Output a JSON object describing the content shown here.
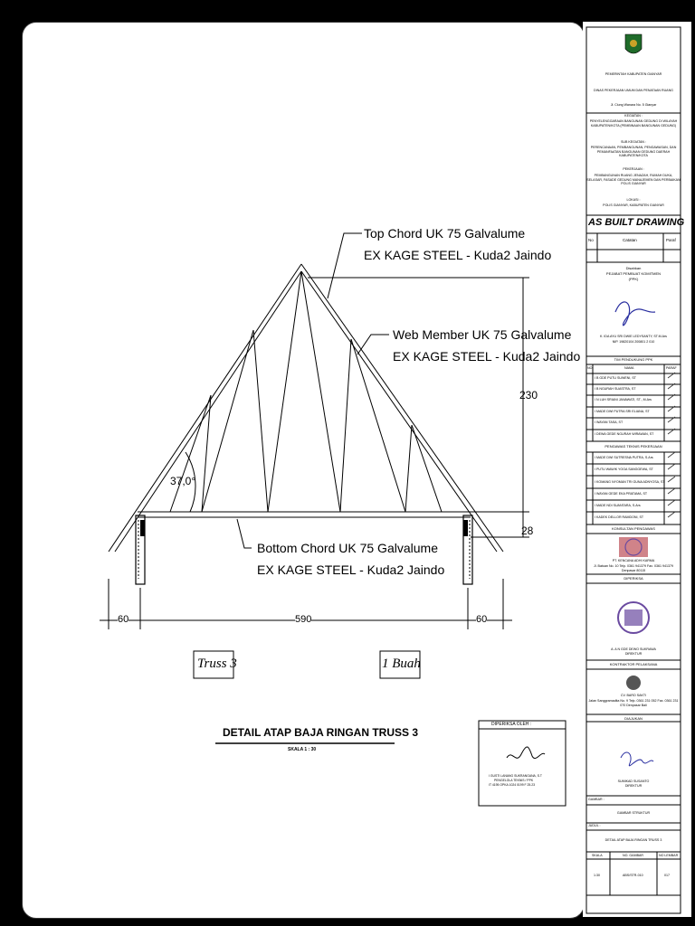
{
  "drawing": {
    "top_chord": [
      "Top Chord UK 75 Galvalume",
      "EX KAGE STEEL - Kuda2 Jaindo"
    ],
    "web_member": [
      "Web Member UK 75 Galvalume",
      "EX KAGE STEEL - Kuda2 Jaindo"
    ],
    "bottom_chord": [
      "Bottom Chord UK 75 Galvalume",
      "EX KAGE STEEL - Kuda2 Jaindo"
    ],
    "angle": "37,0°",
    "dim_height": "230",
    "dim_plate": "28",
    "dim_left": "60",
    "dim_span": "590",
    "dim_right": "60",
    "truss_label": "Truss 3",
    "qty_label": "1 Buah",
    "detail_title": "DETAIL ATAP BAJA RINGAN TRUSS 3",
    "scale": "SKALA 1 : 30"
  },
  "checked_box": {
    "header": "DIPERIKSA OLEH :",
    "name": "I GUSTI LANANG SUKRANGANA, S.T",
    "role": "PENGELOLA TEKNIS / PPK",
    "nip": "IT 4195 OPKA 1024 0199 F 25.23"
  },
  "title_block": {
    "govt": [
      "PEMERINTAH KABUPATEN GIANYAR",
      "DINAS PEKERJAAN UMUM DAN PENATAAN RUANG"
    ],
    "address": "Jl. Ciung Wanara No. 5 Gianyar",
    "kegiatan_label": "KEGIATAN :",
    "kegiatan": "PENYELENGGARAAN BANGUNAN GEDUNG DI WILAYAH KABUPATEN/KOTA (PEMBINAAN BANGUNAN GEDUNG)",
    "sub_label": "SUB KEGIATAN :",
    "sub": "PERENCANAAN, PEMBANGUNAN, PENGAWASAN, DAN PEMANFAATAN BANGUNAN GEDUNG DAERAH KABUPATEN/KOTA",
    "pekerjaan_label": "PEKERJAAN :",
    "pekerjaan": "PEMBANGUNAN RUANG JENAZAH, RUMAH DUKA, SELASAR, FASADE GEDUNG MANAJEMEN DAN PERBAIKAN POLIS GIANYAR",
    "lokasi_label": "LOKASI :",
    "lokasi": "POLIS GIANYAR, KABUPATEN GIANYAR",
    "as_built": "AS BUILT DRAWING",
    "col_no": "No",
    "col_catatan": "Catatan",
    "col_paraf": "Paraf",
    "disahkan": "Disahkan",
    "ppk": [
      "PEJABAT PEMBUAT KOMITMEN",
      "(PPK)"
    ],
    "ppk_name": "K. IDA AYU SRI DWIE LEDYSANTY, ST.M.Ars",
    "ppk_nip": "NIP. 19820104 200801 2 010",
    "tim_ppk": "TIM PENDUKUNG PPK",
    "tim_no": "NO",
    "tim_nama": "NAMA",
    "tim_paraf": "PARAF",
    "tim": [
      "I B GDE PUTU SUWENI, ST",
      "I B NGURAH SUASTRA, ST",
      "I N LUH SRIANI JANAWATI, ST., M.Ars",
      "I MADE DWI PUTRA SRI ELIANA, ST",
      "I WAYAN TASA, ST",
      "I DEWA GEDE NGURAH WIRAWAN, ST"
    ],
    "pengawas_teknis": "PENGAWAS TEKNIS PEKERJAAN",
    "pengawas": [
      "I MADE DWI SUTRESNA PUTRA, S.Ars",
      "I PUTU WAWIK YOGA SANGGEWA, ST",
      "I KOMANG NYOMAN TRI GUNA ADNYOSA, ST",
      "I WAYAN GEDE EKA PRATAMA, ST",
      "I MADE NDI SUANTARA, S.Ars",
      "I KADEK DELLOR RAMDONI, ST"
    ],
    "konsultan": "KONSULTAN PENGAWAS",
    "konsultan_name": "PT. KENCANA ADHI KARMA",
    "konsultan_addr": "Jl. Batuan No. 10 Telp. 0361 941379 Fax. 0361 941379 Denpasar 80115",
    "diperiksa": "DIPERIKSA",
    "diperiksa_name": "A. A N GDE DEWO SUKRAWA",
    "diperiksa_role": "DIREKTUR",
    "kontraktor": "KONTRAKTOR PELAKSANA",
    "kontraktor_name": "CV. BARO SAKTI",
    "kontraktor_addr": "Jalan Sanggramadita No. 9 Telp. 0361 231 052 Fax. 0361 231 070 Denpasar Bali",
    "diajukan": "DIAJUKAN",
    "diajukan_name": "SUMIKAD SUSANTO",
    "diajukan_role": "DIREKTUR",
    "gambar_label": "GAMBAR :",
    "gambar": "GAMBAR STRUKTUR",
    "judul_label": "JUDUL :",
    "judul": "DETAIL ATAP BAJA RINGAN TRUSS 3",
    "skala_label": "SKALA",
    "nogambar_label": "NO. GAMBAR",
    "nolembar_label": "NO LEMBAR",
    "skala": "1:30",
    "nogambar": "ABS/STR-010",
    "nolembar": "017"
  },
  "colors": {
    "logo_green": "#1f6b2a",
    "logo_gold": "#c9a227",
    "stamp_purple": "#6a4aa0",
    "stamp_red": "#b0303a",
    "sign_blue": "#2a2fa0"
  }
}
